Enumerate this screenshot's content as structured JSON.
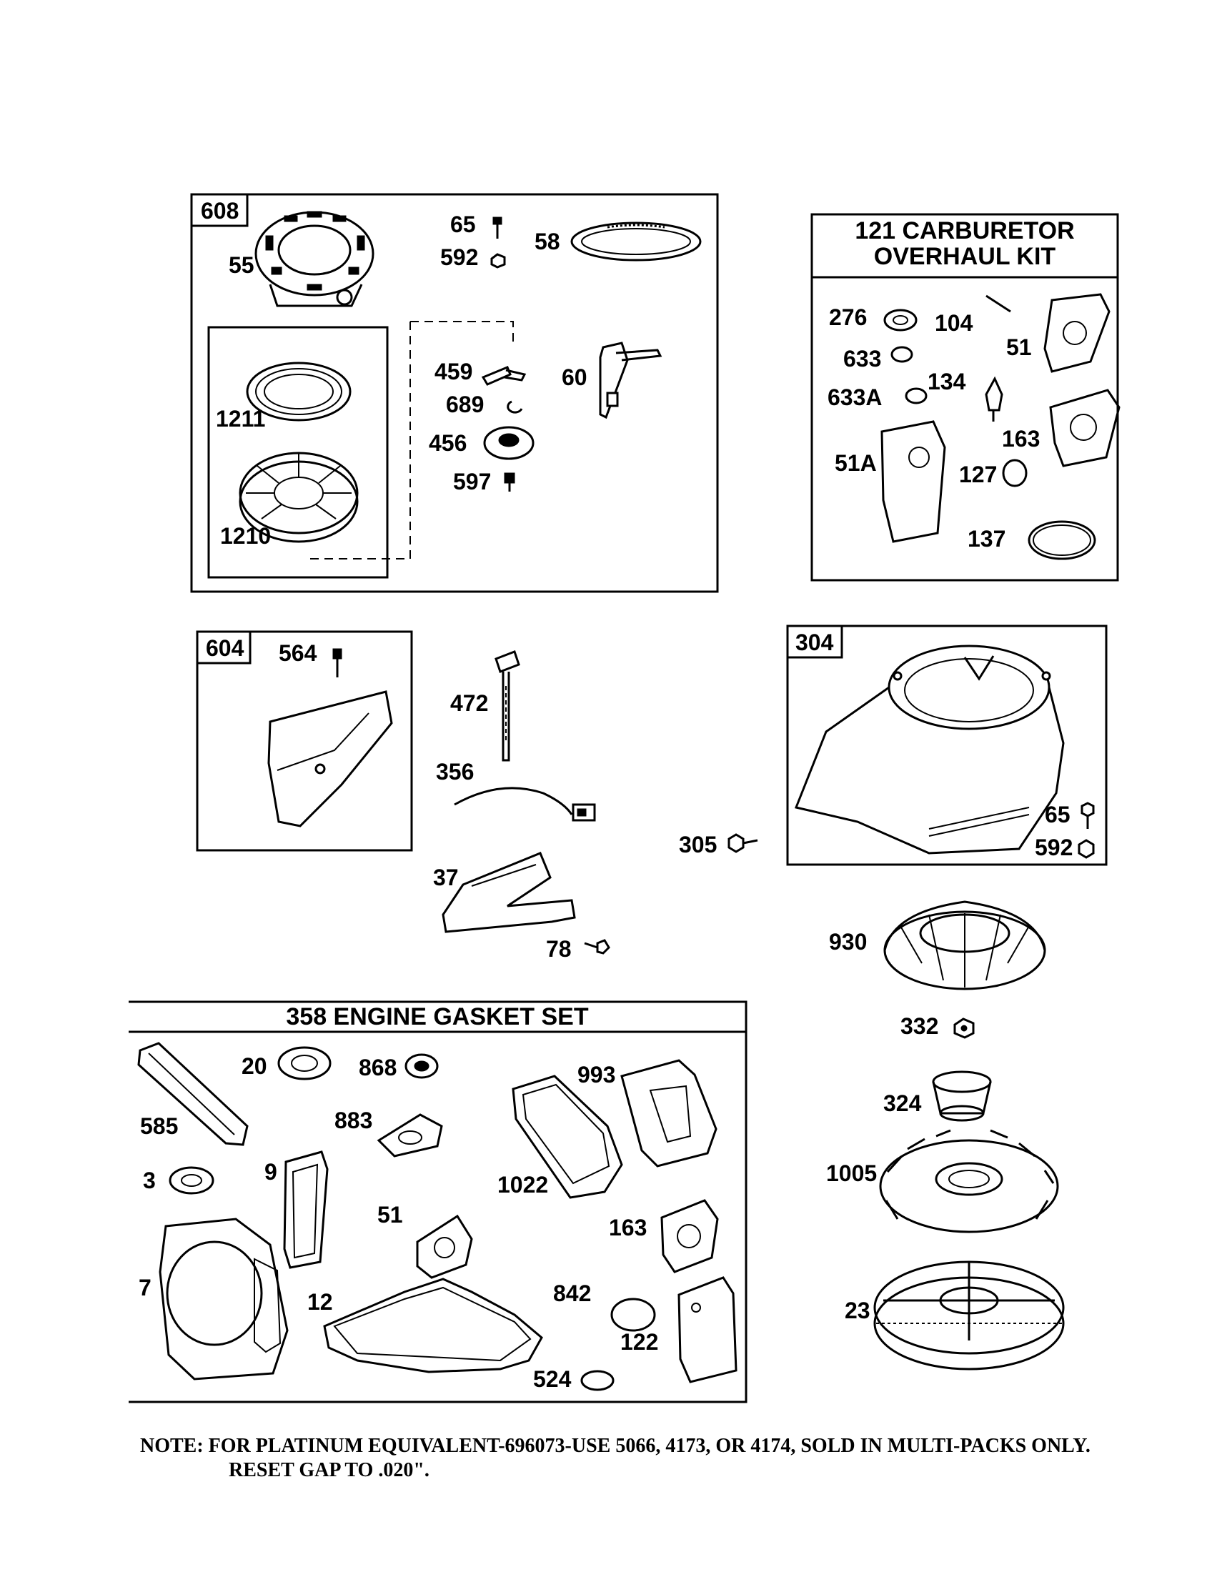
{
  "boxes": {
    "recoil_starter": {
      "number": "608"
    },
    "carburetor_kit": {
      "title_line1": "121  CARBURETOR",
      "title_line2": "OVERHAUL  KIT"
    },
    "shield": {
      "number": "604"
    },
    "blower_housing": {
      "number": "304"
    },
    "gasket_set": {
      "title": "358  ENGINE  GASKET  SET"
    }
  },
  "parts": {
    "p55": "55",
    "p65a": "65",
    "p592a": "592",
    "p58": "58",
    "p1211": "1211",
    "p1210": "1210",
    "p459": "459",
    "p689": "689",
    "p456": "456",
    "p597": "597",
    "p60": "60",
    "p276": "276",
    "p104": "104",
    "p51a": "51",
    "p633": "633",
    "p633a": "633A",
    "p134": "134",
    "p163a": "163",
    "p51A": "51A",
    "p127": "127",
    "p137": "137",
    "p564": "564",
    "p472": "472",
    "p356": "356",
    "p305": "305",
    "p37": "37",
    "p78": "78",
    "p65b": "65",
    "p592b": "592",
    "p930": "930",
    "p332": "332",
    "p324": "324",
    "p1005": "1005",
    "p23": "23",
    "p585": "585",
    "p20": "20",
    "p868": "868",
    "p883": "883",
    "p993": "993",
    "p3": "3",
    "p9": "9",
    "p51b": "51",
    "p1022": "1022",
    "p163b": "163",
    "p7": "7",
    "p12": "12",
    "p842": "842",
    "p122": "122",
    "p524": "524"
  },
  "note": {
    "line1": "NOTE:  FOR PLATINUM EQUIVALENT-696073-USE 5066, 4173, OR 4174, SOLD IN MULTI-PACKS ONLY.",
    "line2": "RESET GAP TO .020\"."
  }
}
